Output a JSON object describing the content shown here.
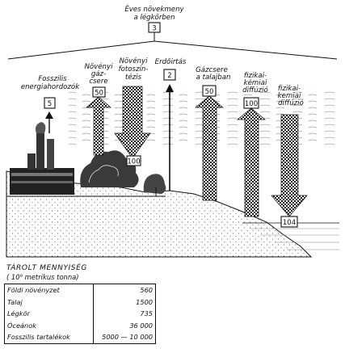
{
  "annual_increase": {
    "label_line1": "Éves növekmeny",
    "label_line2": "a légkörben",
    "value": "3"
  },
  "flows": [
    {
      "id": "fossil",
      "lines": [
        "Fosszilis",
        "energiahordozók"
      ],
      "value": "5"
    },
    {
      "id": "plant_gas_exchange",
      "lines": [
        "Növényi",
        "gáz-",
        "csere"
      ],
      "value": "50"
    },
    {
      "id": "photosynthesis",
      "lines": [
        "Növényi",
        "fotoszin-",
        "tézis"
      ],
      "value": "100"
    },
    {
      "id": "deforestation",
      "lines": [
        "Erdőirtás"
      ],
      "value": "2"
    },
    {
      "id": "soil_gas_exchange",
      "lines": [
        "Gázcsere",
        "a talajban"
      ],
      "value": "50"
    },
    {
      "id": "diffusion_up",
      "lines": [
        "fizikai-",
        "kémiai",
        "diffúzió"
      ],
      "value": "100"
    },
    {
      "id": "diffusion_down",
      "lines": [
        "fizikai-",
        "kemiai",
        "diffúzió"
      ],
      "value": "104"
    }
  ],
  "storage": {
    "title": "TÁROLT  MENNYISÉG",
    "unit": "( 10⁹ metrikus  tonna)",
    "rows": [
      {
        "label": "Földi növényzet",
        "value": "560"
      },
      {
        "label": "Talaj",
        "value": "1500"
      },
      {
        "label": "Légkör",
        "value": "735"
      },
      {
        "label": "Óceánok",
        "value": "36 000"
      },
      {
        "label": "Fosszilis  tartalékok",
        "value": "5000 — 10 000"
      }
    ]
  }
}
